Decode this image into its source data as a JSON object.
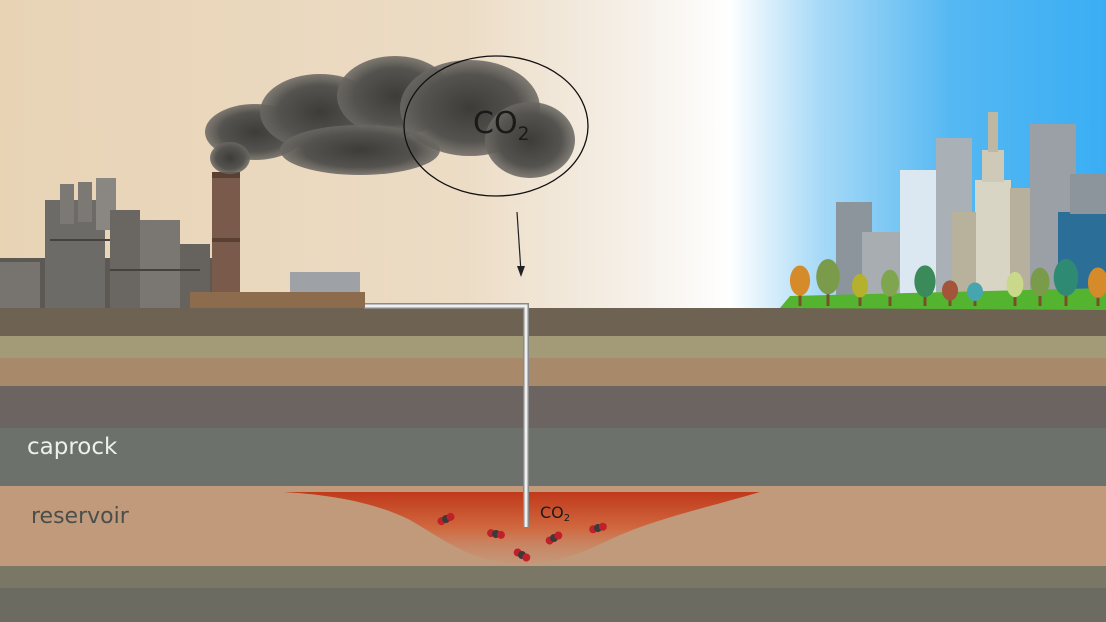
{
  "labels": {
    "caprock": "caprock",
    "reservoir": "reservoir",
    "co2_cloud": {
      "main": "CO",
      "sub": "2"
    },
    "co2_reservoir": {
      "main": "CO",
      "sub": "2"
    }
  },
  "colors": {
    "sky_left": "#e8d3b5",
    "sky_right": "#3aaef4",
    "smoke": "#4a4945",
    "surface": "#6e6253",
    "caprock": "#6c716b",
    "reservoir": "#c09a7b",
    "co2_plume": "#c2461e",
    "molecule_red": "#c0202a",
    "molecule_dark": "#3a3a3a"
  },
  "icons": {
    "factory": "factory-icon",
    "city": "city-skyline-icon",
    "cloud": "smoke-cloud-icon",
    "molecule": "co2-molecule-icon"
  }
}
